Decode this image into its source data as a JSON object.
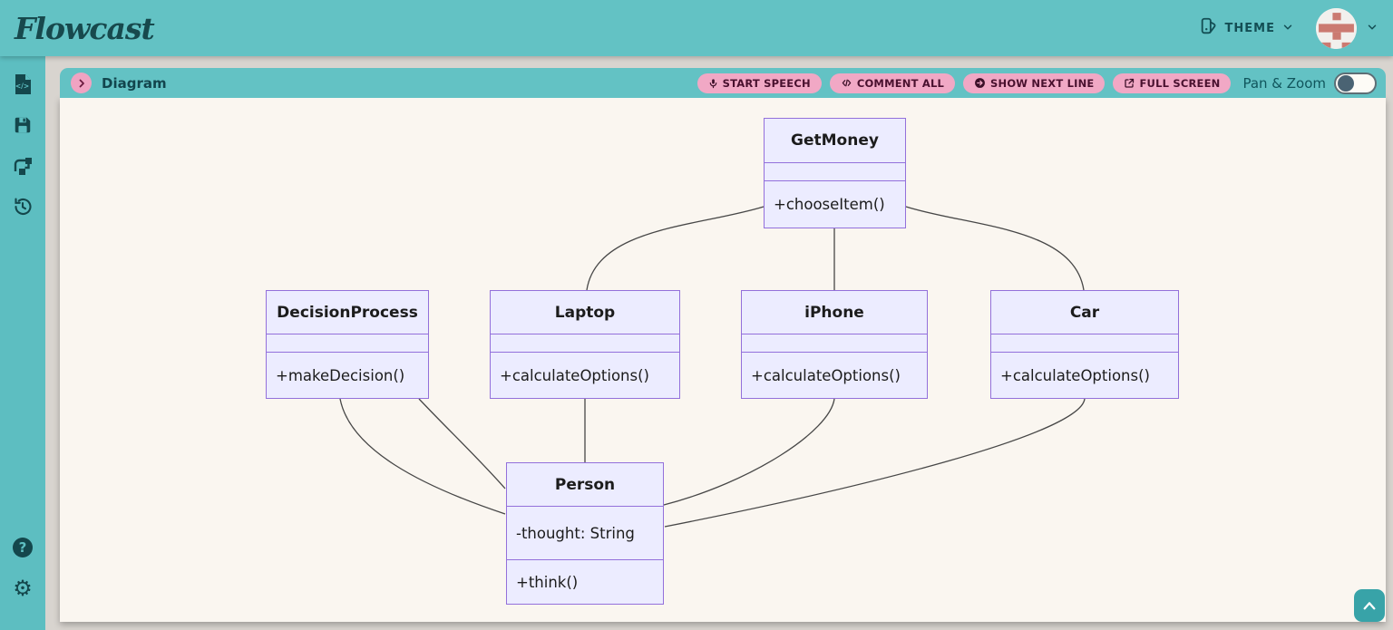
{
  "app": {
    "logo": "Flowcast"
  },
  "header": {
    "theme_label": "THEME",
    "icons": [
      "swatch-icon",
      "chevron-down-icon",
      "avatar-identicon",
      "chevron-down-icon"
    ],
    "avatar_colors": {
      "background": "#f2f0ed",
      "blocks": "#cb7a71"
    }
  },
  "sidebar": {
    "items": [
      "code-file-icon",
      "save-icon",
      "flowchart-icon",
      "history-icon"
    ],
    "bottom_items": [
      "help-icon",
      "settings-gear-icon"
    ]
  },
  "toolbar": {
    "breadcrumb": "Diagram",
    "buttons": [
      {
        "label": "START SPEECH",
        "icon": "microphone-icon"
      },
      {
        "label": "COMMENT ALL",
        "icon": "code-icon"
      },
      {
        "label": "SHOW NEXT LINE",
        "icon": "arrow-circle-right-icon"
      },
      {
        "label": "FULL SCREEN",
        "icon": "fullscreen-expand-icon"
      }
    ],
    "pan_zoom_label": "Pan & Zoom",
    "pan_zoom_on": false
  },
  "colors": {
    "header_teal": "#63c2c4",
    "sidebar_teal": "#5dbec1",
    "canvas": "#faf6f0",
    "pill_pink": "#f1a8c5",
    "class_fill": "#ECECFF",
    "class_border": "#9370DB",
    "edge": "#474747",
    "dark_teal_text": "#134e54"
  },
  "diagram": {
    "type": "uml-class-diagram",
    "classes": [
      {
        "name": "GetMoney",
        "attributes": [],
        "methods": [
          "+chooseItem()"
        ]
      },
      {
        "name": "DecisionProcess",
        "attributes": [],
        "methods": [
          "+makeDecision()"
        ]
      },
      {
        "name": "Laptop",
        "attributes": [],
        "methods": [
          "+calculateOptions()"
        ]
      },
      {
        "name": "iPhone",
        "attributes": [],
        "methods": [
          "+calculateOptions()"
        ]
      },
      {
        "name": "Car",
        "attributes": [],
        "methods": [
          "+calculateOptions()"
        ]
      },
      {
        "name": "Person",
        "attributes": [
          "-thought: String"
        ],
        "methods": [
          "+think()"
        ]
      }
    ],
    "edges": [
      {
        "from": "GetMoney",
        "to": "Laptop"
      },
      {
        "from": "GetMoney",
        "to": "iPhone"
      },
      {
        "from": "GetMoney",
        "to": "Car"
      },
      {
        "from": "Laptop",
        "to": "Person"
      },
      {
        "from": "iPhone",
        "to": "Person"
      },
      {
        "from": "Car",
        "to": "Person"
      },
      {
        "from": "DecisionProcess",
        "to": "Person"
      },
      {
        "from": "DecisionProcess",
        "to": "Person"
      }
    ]
  },
  "misc": {
    "scroll_top_icon": "chevron-up-icon"
  }
}
